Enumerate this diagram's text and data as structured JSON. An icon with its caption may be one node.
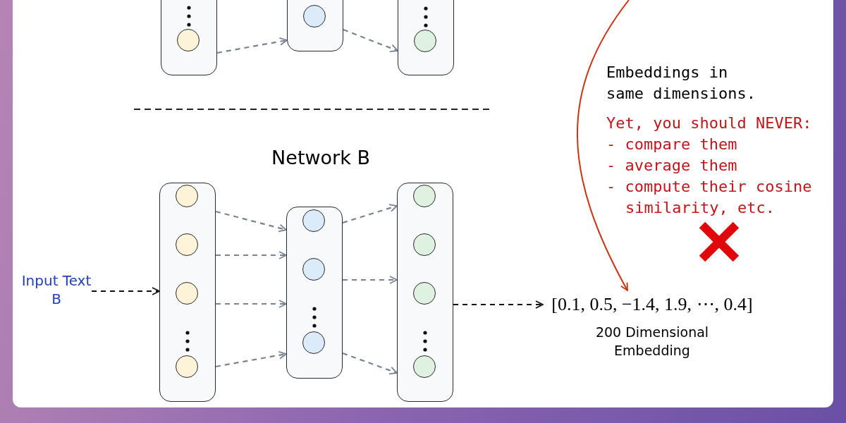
{
  "diagram": {
    "nodes": [
      {
        "text": [],
        "shape": "box"
      },
      {
        "text": [],
        "shape": "circle",
        "in": 0
      },
      {
        "text": [],
        "shape": "box"
      },
      {
        "text": [],
        "shape": "circle",
        "in": 2
      },
      {
        "text": [],
        "shape": "box"
      },
      {
        "text": [],
        "shape": "circle",
        "in": 4
      },
      {
        "text": [
          "Input Text B"
        ]
      },
      {
        "text": [],
        "shape": "box"
      },
      {
        "text": [],
        "shape": "circle",
        "in": 7
      },
      {
        "text": [],
        "shape": "circle",
        "in": 7
      },
      {
        "text": [],
        "shape": "circle",
        "in": 7
      },
      {
        "text": [],
        "shape": "circle",
        "in": 7
      },
      {
        "text": [],
        "shape": "box"
      },
      {
        "text": [],
        "shape": "circle",
        "in": 12
      },
      {
        "text": [],
        "shape": "circle",
        "in": 12
      },
      {
        "text": [],
        "shape": "circle",
        "in": 12
      },
      {
        "text": [],
        "shape": "box"
      },
      {
        "text": [],
        "shape": "circle",
        "in": 16
      },
      {
        "text": [],
        "shape": "circle",
        "in": 16
      },
      {
        "text": [],
        "shape": "circle",
        "in": 16
      },
      {
        "text": [],
        "shape": "circle",
        "in": 16
      },
      {
        "text": [
          "[0.1, 0.5, −1.4, 1.9, ⋯, 0.4]"
        ],
        "beside": [
          "200 Dimensional Embedding"
        ]
      }
    ],
    "edges": [
      {
        "from": 0,
        "to": 2,
        "arrow": "to",
        "style": "dashed"
      },
      {
        "from": 2,
        "to": 4,
        "arrow": "to",
        "style": "dashed"
      },
      {
        "from": 6,
        "to": 7,
        "arrow": "to",
        "style": "dashed",
        "color": "#111111"
      },
      {
        "from": 7,
        "to": 12,
        "arrow": "to",
        "style": "dashed"
      },
      {
        "from": 7,
        "to": 12,
        "arrow": "to",
        "style": "dashed"
      },
      {
        "from": 7,
        "to": 12,
        "arrow": "to",
        "style": "dashed"
      },
      {
        "from": 7,
        "to": 12,
        "arrow": "to",
        "style": "dashed"
      },
      {
        "from": 12,
        "to": 16,
        "arrow": "to",
        "style": "dashed"
      },
      {
        "from": 12,
        "to": 16,
        "arrow": "to",
        "style": "dashed"
      },
      {
        "from": 12,
        "to": 16,
        "arrow": "to",
        "style": "dashed"
      },
      {
        "from": 16,
        "to": 21,
        "arrow": "to",
        "style": "dashed",
        "color": "#111111"
      },
      {
        "from": null,
        "to": 21,
        "arrow": "to",
        "color": "#cc3311"
      }
    ],
    "labels": [
      "Network B",
      "Embeddings in same dimensions.",
      "Yet, you should NEVER:",
      "- compare them",
      "- average them",
      "- compute their cosine similarity, etc."
    ]
  }
}
